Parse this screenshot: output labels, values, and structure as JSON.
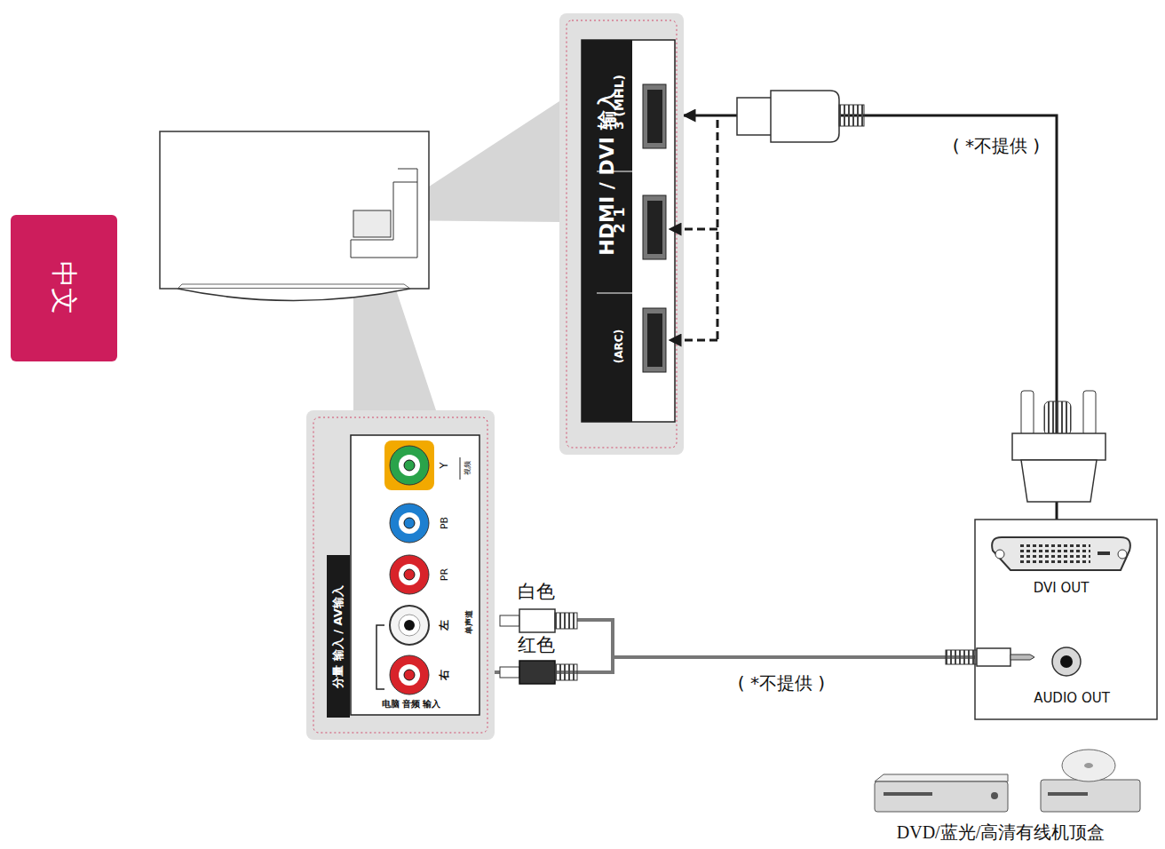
{
  "diagram": {
    "nodes": [
      {
        "text": [
          "中文"
        ]
      },
      {
        "text": [
          "HDMI / DVI 输入",
          "3 (MHL)",
          "2",
          "1",
          "(ARC)"
        ]
      },
      {
        "text": [
          "分量 输入 / AV输入",
          "Y",
          "视频",
          "PB",
          "PR",
          "左",
          "单声道",
          "右",
          "电脑 音频 输入"
        ]
      },
      {
        "text": [
          "DVI OUT",
          "AUDIO OUT"
        ]
      }
    ],
    "edges": [
      {
        "from": 3,
        "to": 1,
        "arrow": "to",
        "label": "( *不提供 )"
      },
      {
        "from": 3,
        "to": 2,
        "arrow": "none",
        "label": "( *不提供 )"
      }
    ],
    "labels": [
      "白色",
      "红色",
      "DVD/蓝光/高清有线机顶盒"
    ]
  }
}
